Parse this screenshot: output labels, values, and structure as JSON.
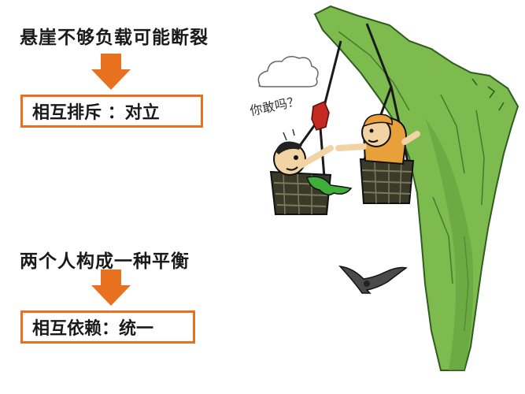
{
  "top": {
    "caption": "悬崖不够负载可能断裂",
    "box_text": "相互排斥 ：对立"
  },
  "bottom": {
    "caption": "两个人构成一种平衡",
    "box_text": "相互依赖：统一"
  },
  "illustration": {
    "speech_text": "你敢吗？"
  },
  "colors": {
    "accent_orange": "#e8711f",
    "cliff_green": "#7dbb4f"
  }
}
